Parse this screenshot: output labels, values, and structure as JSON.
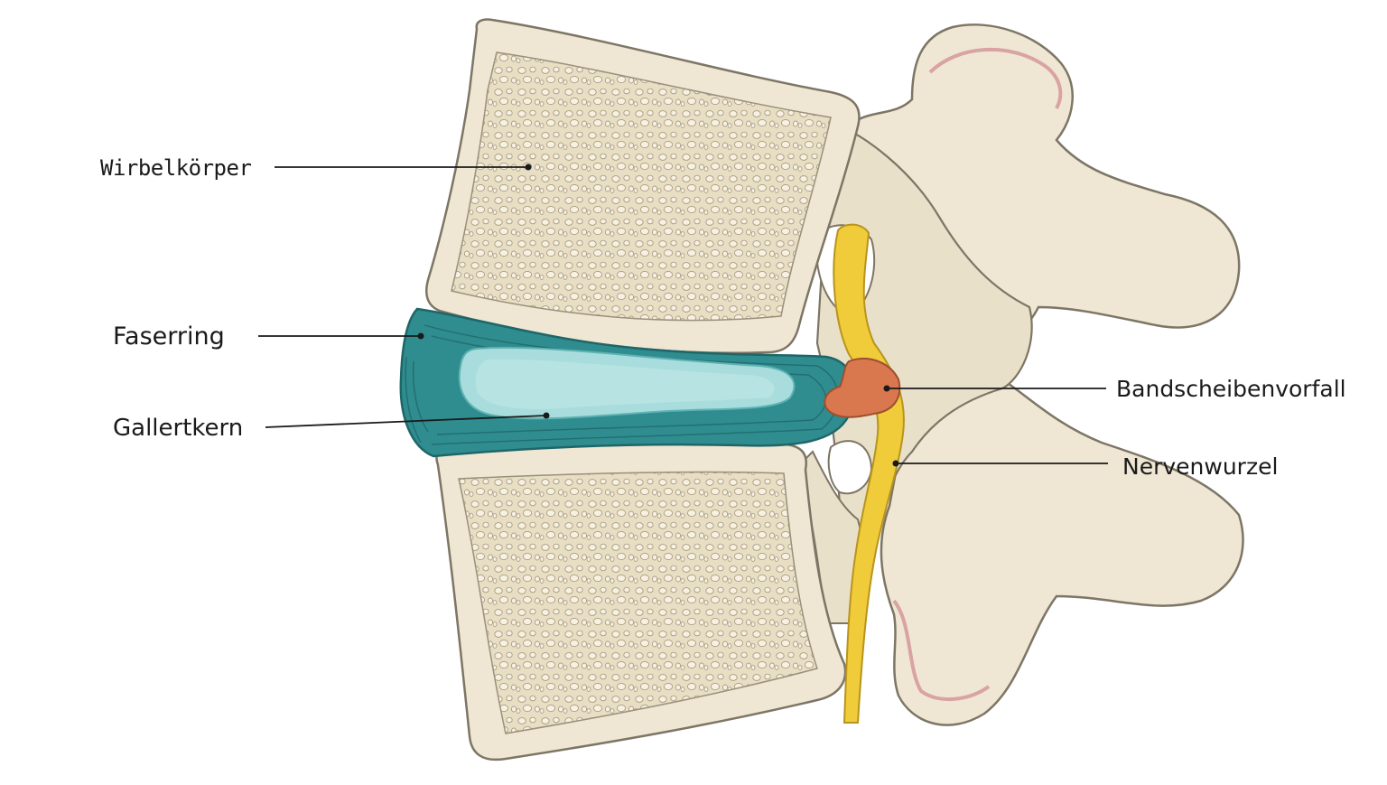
{
  "labels": {
    "vertebral_body": "Wirbelkörper",
    "annulus": "Faserring",
    "nucleus": "Gallertkern",
    "herniation": "Bandscheibenvorfall",
    "nerve_root": "Nervenwurzel"
  },
  "colors": {
    "bone_fill": "#efe7d3",
    "bone_outline": "#7d7565",
    "cancellous_fill": "#e9dfc6",
    "annulus": "#2f8c8f",
    "annulus_dark": "#1f6668",
    "nucleus": "#a9dddd",
    "herniation": "#d9774f",
    "nerve": "#f0cc3a",
    "cartilage": "#d9a3a3",
    "leader_line": "#1a1a1a"
  }
}
